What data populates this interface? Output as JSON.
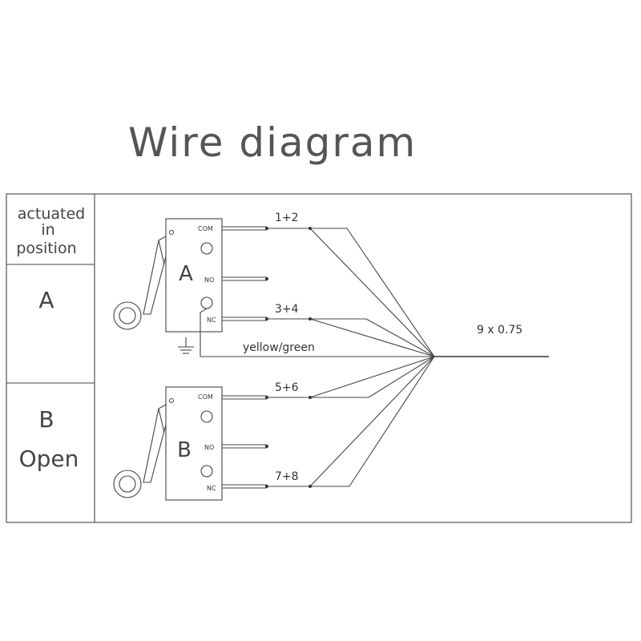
{
  "title": "Wire diagram",
  "table": {
    "header_line1": "actuated",
    "header_line2": "in",
    "header_line3": "position",
    "row_a": "A",
    "row_b_line1": "B",
    "row_b_line2": "Open"
  },
  "switch_a": {
    "letter": "A",
    "com": "COM",
    "no": "NO",
    "nc": "NC"
  },
  "switch_b": {
    "letter": "B",
    "com": "COM",
    "no": "NO",
    "nc": "NC"
  },
  "wires": {
    "w12": "1+2",
    "w34": "3+4",
    "w56": "5+6",
    "w78": "7+8",
    "ground": "yellow/green",
    "cable": "9 x 0.75"
  }
}
